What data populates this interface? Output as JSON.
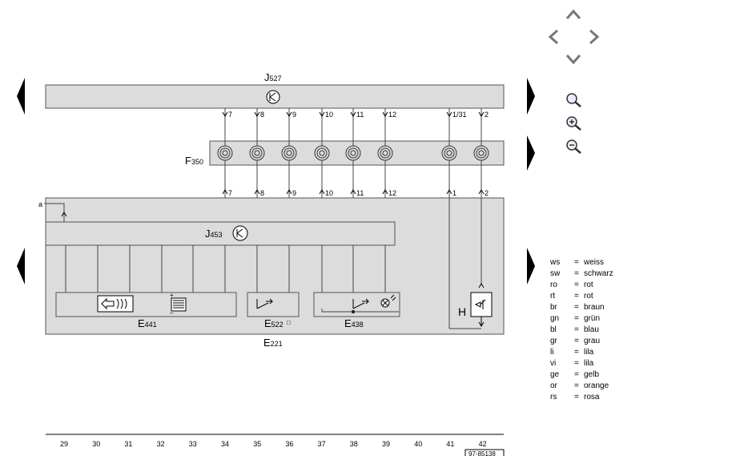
{
  "diagram": {
    "bus_top_label": "J",
    "bus_top_sub": "527",
    "fuse_label": "F",
    "fuse_sub": "350",
    "ctrl_label": "J",
    "ctrl_sub": "453",
    "bottom_label": "E",
    "bottom_sub": "221",
    "side_mark": "a",
    "top_pins": [
      "7",
      "8",
      "9",
      "10",
      "11",
      "12",
      "1/31",
      "2"
    ],
    "mid_pins": [
      "7",
      "8",
      "9",
      "10",
      "11",
      "12",
      "1",
      "2"
    ],
    "comp1_label": "E",
    "comp1_sub": "441",
    "comp2_label": "E",
    "comp2_sub": "522",
    "comp2_note": "□",
    "comp3_label": "E",
    "comp3_sub": "438",
    "h_label": "H",
    "columns": [
      "29",
      "30",
      "31",
      "32",
      "33",
      "34",
      "35",
      "36",
      "37",
      "38",
      "39",
      "40",
      "41",
      "42"
    ],
    "ref_code": "97-85138"
  },
  "legend": [
    {
      "code": "ws",
      "eq": "=",
      "name": "weiss"
    },
    {
      "code": "sw",
      "eq": "=",
      "name": "schwarz"
    },
    {
      "code": "ro",
      "eq": "=",
      "name": "rot"
    },
    {
      "code": "rt",
      "eq": "=",
      "name": "rot"
    },
    {
      "code": "br",
      "eq": "=",
      "name": "braun"
    },
    {
      "code": "gn",
      "eq": "=",
      "name": "grün"
    },
    {
      "code": "bl",
      "eq": "=",
      "name": "blau"
    },
    {
      "code": "gr",
      "eq": "=",
      "name": "grau"
    },
    {
      "code": "li",
      "eq": "=",
      "name": "lila"
    },
    {
      "code": "vi",
      "eq": "=",
      "name": "lila"
    },
    {
      "code": "ge",
      "eq": "=",
      "name": "gelb"
    },
    {
      "code": "or",
      "eq": "=",
      "name": "orange"
    },
    {
      "code": "rs",
      "eq": "=",
      "name": "rosa"
    }
  ],
  "nav": {
    "up_icon": "chevron-up-icon",
    "down_icon": "chevron-down-icon",
    "left_icon": "chevron-left-icon",
    "right_icon": "chevron-right-icon",
    "zoom_icon": "magnifier-icon",
    "zoom_in_icon": "zoom-in-icon",
    "zoom_out_icon": "zoom-out-icon"
  },
  "colors": {
    "panel": "#dcdcdc",
    "line": "#444444",
    "arrow": "#000000"
  }
}
